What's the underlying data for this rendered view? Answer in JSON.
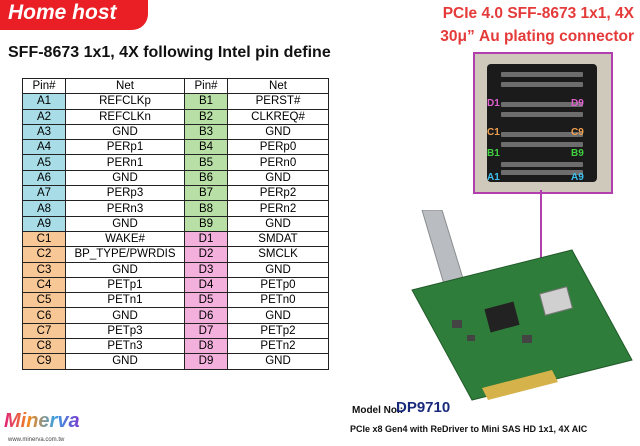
{
  "banner": {
    "title": "Home host"
  },
  "subtitle": "SFF-8673 1x1, 4X following Intel pin define",
  "headline": {
    "line1": "PCIe 4.0 SFF-8673 1x1, 4X",
    "line2": "30μ” Au plating connector"
  },
  "table": {
    "headers": [
      "Pin#",
      "Net",
      "Pin#",
      "Net"
    ],
    "rows": [
      {
        "p1": "A1",
        "n1": "REFCLKp",
        "p2": "B1",
        "n2": "PERST#",
        "g1": "blue",
        "g2": "green"
      },
      {
        "p1": "A2",
        "n1": "REFCLKn",
        "p2": "B2",
        "n2": "CLKREQ#",
        "g1": "blue",
        "g2": "green"
      },
      {
        "p1": "A3",
        "n1": "GND",
        "p2": "B3",
        "n2": "GND",
        "g1": "blue",
        "g2": "green"
      },
      {
        "p1": "A4",
        "n1": "PERp1",
        "p2": "B4",
        "n2": "PERp0",
        "g1": "blue",
        "g2": "green"
      },
      {
        "p1": "A5",
        "n1": "PERn1",
        "p2": "B5",
        "n2": "PERn0",
        "g1": "blue",
        "g2": "green"
      },
      {
        "p1": "A6",
        "n1": "GND",
        "p2": "B6",
        "n2": "GND",
        "g1": "blue",
        "g2": "green"
      },
      {
        "p1": "A7",
        "n1": "PERp3",
        "p2": "B7",
        "n2": "PERp2",
        "g1": "blue",
        "g2": "green"
      },
      {
        "p1": "A8",
        "n1": "PERn3",
        "p2": "B8",
        "n2": "PERn2",
        "g1": "blue",
        "g2": "green"
      },
      {
        "p1": "A9",
        "n1": "GND",
        "p2": "B9",
        "n2": "GND",
        "g1": "blue",
        "g2": "green"
      },
      {
        "p1": "C1",
        "n1": "WAKE#",
        "p2": "D1",
        "n2": "SMDAT",
        "g1": "orange",
        "g2": "pink"
      },
      {
        "p1": "C2",
        "n1": "BP_TYPE/PWRDIS",
        "p2": "D2",
        "n2": "SMCLK",
        "g1": "orange",
        "g2": "pink"
      },
      {
        "p1": "C3",
        "n1": "GND",
        "p2": "D3",
        "n2": "GND",
        "g1": "orange",
        "g2": "pink"
      },
      {
        "p1": "C4",
        "n1": "PETp1",
        "p2": "D4",
        "n2": "PETp0",
        "g1": "orange",
        "g2": "pink"
      },
      {
        "p1": "C5",
        "n1": "PETn1",
        "p2": "D5",
        "n2": "PETn0",
        "g1": "orange",
        "g2": "pink"
      },
      {
        "p1": "C6",
        "n1": "GND",
        "p2": "D6",
        "n2": "GND",
        "g1": "orange",
        "g2": "pink"
      },
      {
        "p1": "C7",
        "n1": "PETp3",
        "p2": "D7",
        "n2": "PETp2",
        "g1": "orange",
        "g2": "pink"
      },
      {
        "p1": "C8",
        "n1": "PETn3",
        "p2": "D8",
        "n2": "PETn2",
        "g1": "orange",
        "g2": "pink"
      },
      {
        "p1": "C9",
        "n1": "GND",
        "p2": "D9",
        "n2": "GND",
        "g1": "orange",
        "g2": "pink"
      }
    ]
  },
  "connector_photo": {
    "labels": {
      "d1": "D1",
      "d9": "D9",
      "c1": "C1",
      "c9": "C9",
      "b1": "B1",
      "b9": "B9",
      "a1": "A1",
      "a9": "A9"
    }
  },
  "model": {
    "label": "Model No.:",
    "code": "DP9710",
    "description": "PCIe x8 Gen4 with ReDriver to Mini SAS HD 1x1, 4X AIC"
  },
  "logo": {
    "text": "Minerva",
    "url": "www.minerva.com.tw"
  },
  "colors": {
    "banner": "#ea1f25",
    "headline": "#e53a3a",
    "accent": "#b23fae",
    "blue": "#a8dde8",
    "green": "#b8e0a6",
    "orange": "#f7c796",
    "pink": "#f3b0dc"
  }
}
